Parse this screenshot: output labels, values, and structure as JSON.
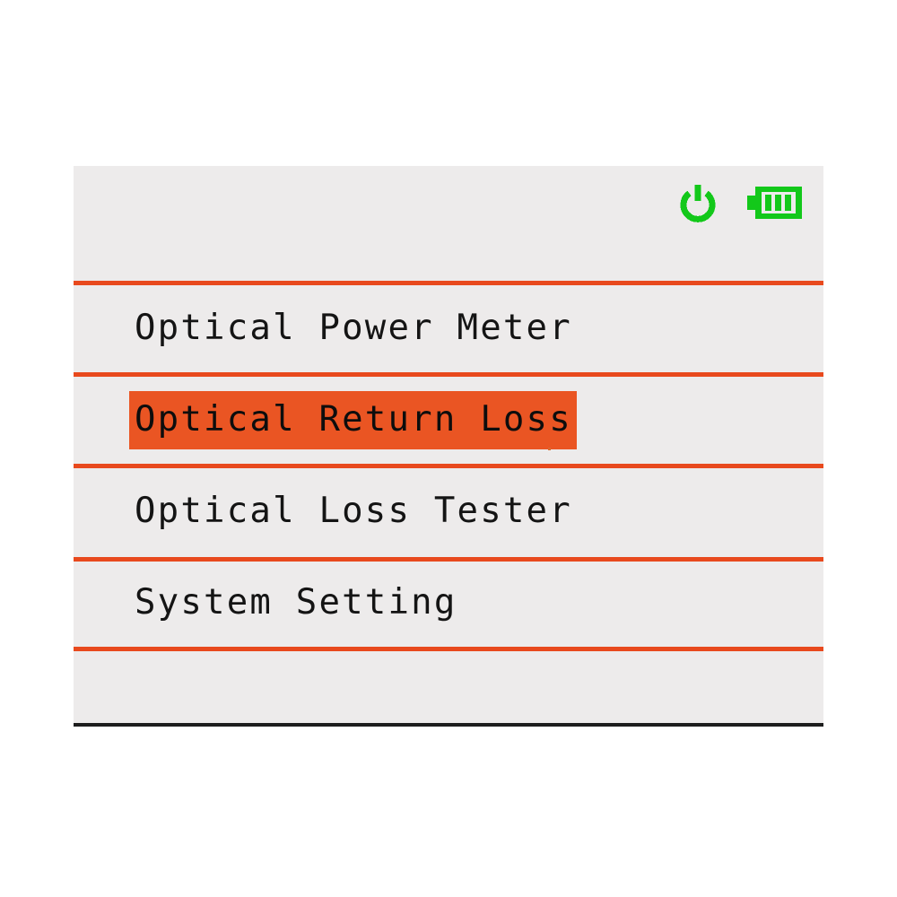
{
  "device": {
    "screen_name": "optical-tester-main-menu",
    "background_color": "#edebeb",
    "accent_color": "#e8491d",
    "highlight_color": "#ea5523",
    "status_icon_color": "#13c81a",
    "text_color": "#141414",
    "bottom_bar_color": "#1d1d1d"
  },
  "status_bar": {
    "power_icon": "power-icon",
    "battery_icon": "battery-icon",
    "battery_level_bars": 3,
    "battery_total_bars": 3
  },
  "menu": {
    "items": [
      {
        "label": "Optical Power Meter",
        "selected": false
      },
      {
        "label": "Optical Return Loss",
        "selected": true
      },
      {
        "label": "Optical Loss Tester",
        "selected": false
      },
      {
        "label": "System Setting",
        "selected": false
      }
    ],
    "selected_index": 1
  }
}
